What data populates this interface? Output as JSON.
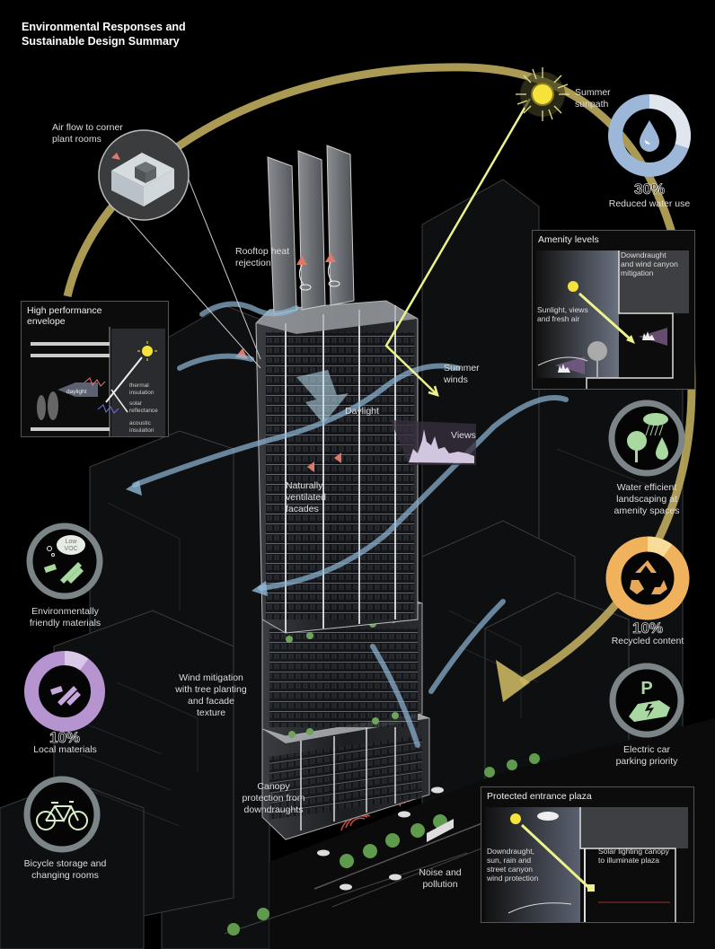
{
  "title": {
    "line1": "Environmental Responses and",
    "line2": "Sustainable Design Summary"
  },
  "colors": {
    "background": "#000000",
    "sunpath": "#c9b561",
    "water_blue": "#9db7d9",
    "recycled_orange": "#f0b25c",
    "local_purple": "#b594cf",
    "green_icon": "#a9d9a0",
    "ring_grey": "#7b8486",
    "wind_blue": "#8fb8d6",
    "heat_red": "#e0786a",
    "sun_yellow": "#f5e23a"
  },
  "sunpath": {
    "label_line1": "Summer",
    "label_line2": "sunpath",
    "icon": "sun-icon"
  },
  "callouts": {
    "air_flow": {
      "line1": "Air flow to corner",
      "line2": "plant rooms"
    },
    "rooftop": {
      "line1": "Rooftop heat",
      "line2": "rejection"
    },
    "summer_winds": {
      "line1": "Summer",
      "line2": "winds"
    },
    "daylight": "Daylight",
    "views": "Views",
    "naturally_ventilated": {
      "line1": "Naturally",
      "line2": "ventilated",
      "line3": "facades"
    },
    "wind_mitigation": {
      "line1": "Wind mitigation",
      "line2": "with tree planting",
      "line3": "and facade",
      "line4": "texture"
    },
    "canopy": {
      "line1": "Canopy",
      "line2": "protection from",
      "line3": "downdraughts"
    },
    "noise": {
      "line1": "Noise and",
      "line2": "pollution"
    }
  },
  "panels": {
    "envelope": {
      "title_line1": "High performance",
      "title_line2": "envelope",
      "daylight": "daylight",
      "thermal": {
        "line1": "thermal",
        "line2": "insulation"
      },
      "solar": {
        "line1": "solar",
        "line2": "reflectance"
      },
      "acoustic": {
        "line1": "acoustic",
        "line2": "insulation"
      }
    },
    "amenity": {
      "title": "Amenity levels",
      "downdraught": {
        "line1": "Downdraught",
        "line2": "and wind canyon",
        "line3": "mitigation"
      },
      "sunlight": {
        "line1": "Sunlight, views",
        "line2": "and fresh air"
      }
    },
    "plaza": {
      "title": "Protected entrance plaza",
      "downdraught": {
        "line1": "Downdraught,",
        "line2": "sun, rain and",
        "line3": "street canyon",
        "line4": "wind protection"
      },
      "solar": {
        "line1": "Solar lighting canopy",
        "line2": "to illuminate plaza"
      }
    }
  },
  "metrics": [
    {
      "id": "water",
      "value": "30%",
      "line1": "Reduced water use",
      "icon": "water-drop-icon",
      "percent": 30
    },
    {
      "id": "landscape",
      "value": "",
      "line1": "Water efficient",
      "line2": "landscaping at",
      "line3": "amenity spaces",
      "icon": "tree-rain-icon"
    },
    {
      "id": "recycled",
      "value": "10%",
      "line1": "Recycled content",
      "icon": "recycle-icon",
      "percent": 10
    },
    {
      "id": "ev",
      "value": "",
      "line1": "Electric car",
      "line2": "parking priority",
      "icon": "electric-car-icon",
      "p_label": "P"
    },
    {
      "id": "materials",
      "value": "",
      "line1": "Environmentally",
      "line2": "friendly materials",
      "icon": "low-voc-icon",
      "voc_line1": "Low",
      "voc_line2": "VOC"
    },
    {
      "id": "local",
      "value": "10%",
      "line1": "Local materials",
      "icon": "timber-icon",
      "percent": 10
    },
    {
      "id": "bicycle",
      "value": "",
      "line1": "Bicycle storage and",
      "line2": "changing rooms",
      "icon": "bicycle-icon"
    }
  ]
}
